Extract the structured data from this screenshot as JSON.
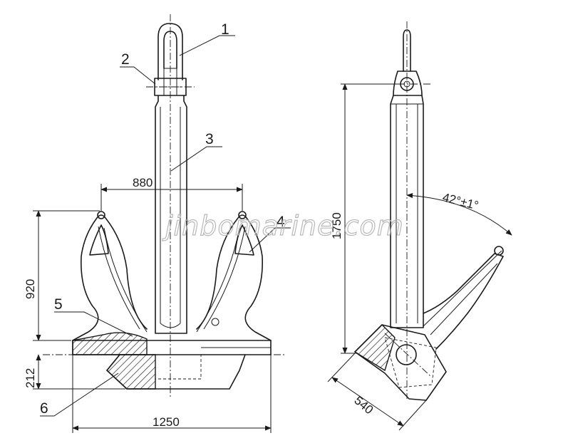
{
  "watermark": "jinbomarine.com",
  "callouts": [
    "1",
    "2",
    "3",
    "4",
    "5",
    "6"
  ],
  "dimensions": {
    "shank_length": "1750",
    "fluke_spread": "880",
    "fluke_height": "920",
    "crown_height": "212",
    "total_width": "1250",
    "side_width": "540",
    "fluke_angle": "42°±1°"
  }
}
